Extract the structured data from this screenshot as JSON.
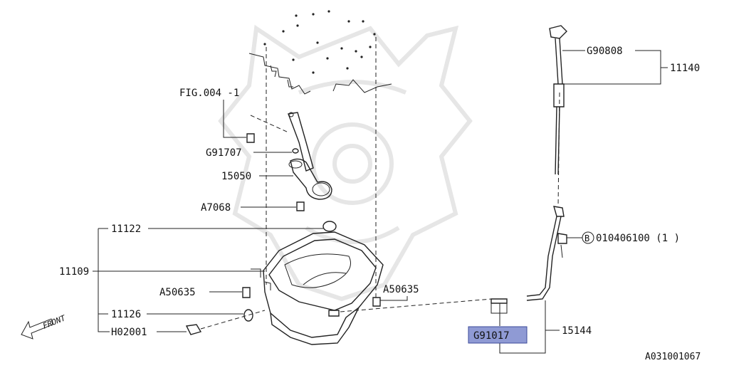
{
  "diagram": {
    "figure_id": "A031001067",
    "front_label": "FRONT",
    "colors": {
      "highlight": "#8f9ad4",
      "line": "#222222",
      "watermark": "#e6e6e6"
    },
    "callouts": [
      {
        "id": "fig004",
        "label": "FIG.004 -1",
        "highlighted": false
      },
      {
        "id": "g91707",
        "label": "G91707",
        "highlighted": false
      },
      {
        "id": "p15050",
        "label": "15050",
        "highlighted": false
      },
      {
        "id": "a7068",
        "label": "A7068",
        "highlighted": false
      },
      {
        "id": "p11122",
        "label": "11122",
        "highlighted": false
      },
      {
        "id": "p11109",
        "label": "11109",
        "highlighted": false
      },
      {
        "id": "a50635l",
        "label": "A50635",
        "highlighted": false
      },
      {
        "id": "p11126",
        "label": "11126",
        "highlighted": false
      },
      {
        "id": "h02001",
        "label": "H02001",
        "highlighted": false
      },
      {
        "id": "a50635r",
        "label": "A50635",
        "highlighted": false
      },
      {
        "id": "g90808",
        "label": "G90808",
        "highlighted": false
      },
      {
        "id": "p11140",
        "label": "11140",
        "highlighted": false
      },
      {
        "id": "b0104",
        "label": "010406100 (1  )",
        "badge": "B",
        "highlighted": false
      },
      {
        "id": "g91017",
        "label": "G91017",
        "highlighted": true
      },
      {
        "id": "p15144",
        "label": "15144",
        "highlighted": false
      }
    ]
  }
}
